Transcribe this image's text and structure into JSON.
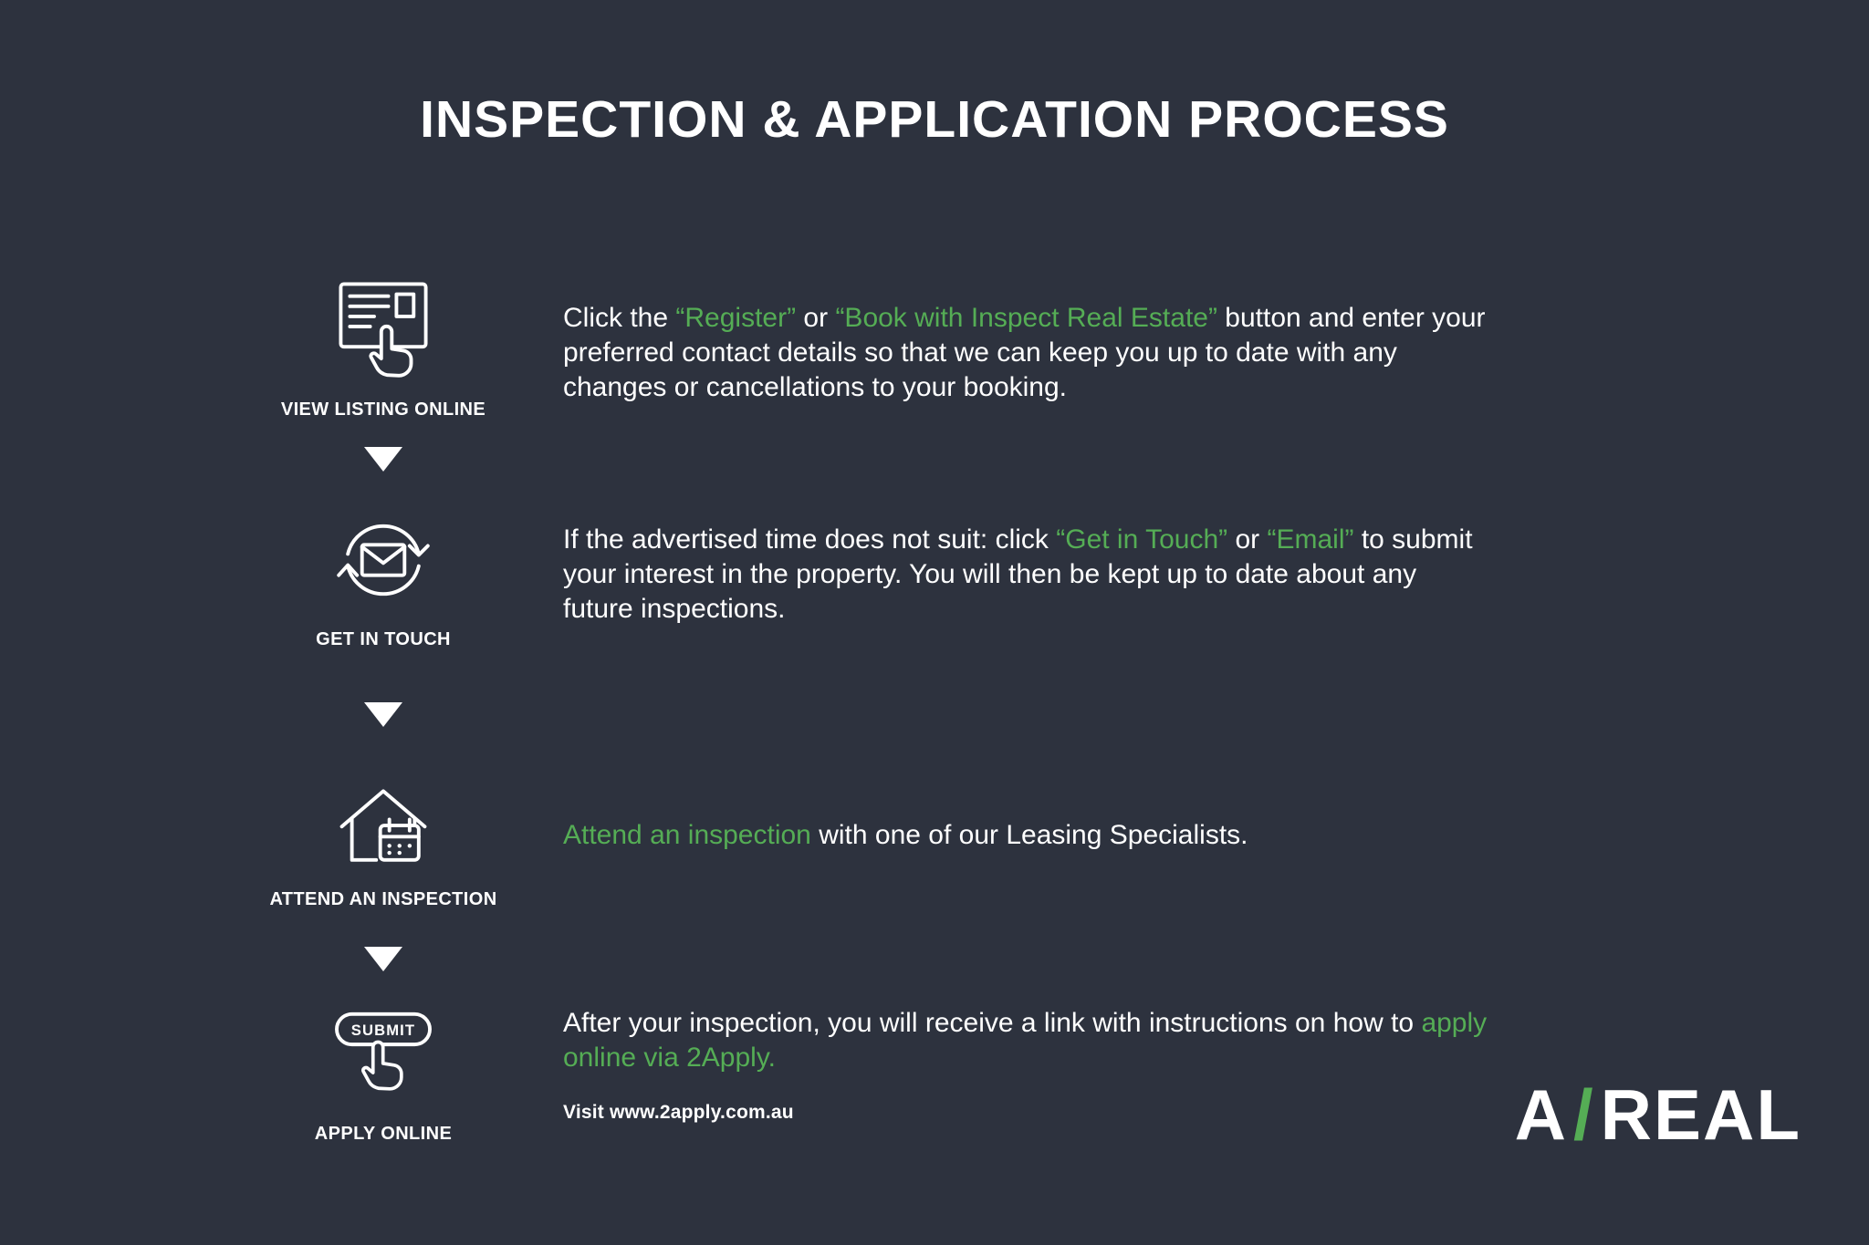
{
  "colors": {
    "background": "#2d323e",
    "accent_green": "#55ad55",
    "text_white": "#ffffff"
  },
  "title": "INSPECTION & APPLICATION PROCESS",
  "steps": [
    {
      "label": "VIEW LISTING ONLINE",
      "icon": "listing-cursor-icon",
      "description": [
        {
          "text": "Click the ",
          "highlight": false
        },
        {
          "text": "“Register”",
          "highlight": true
        },
        {
          "text": " or ",
          "highlight": false
        },
        {
          "text": "“Book with Inspect Real Estate”",
          "highlight": true
        },
        {
          "text": " button and enter your preferred contact details so that we can keep you up to date with any changes or cancellations to your booking.",
          "highlight": false
        }
      ]
    },
    {
      "label": "GET IN TOUCH",
      "icon": "email-refresh-icon",
      "description": [
        {
          "text": "If the advertised time does not suit: click ",
          "highlight": false
        },
        {
          "text": "“Get in Touch”",
          "highlight": true
        },
        {
          "text": " or ",
          "highlight": false
        },
        {
          "text": "“Email”",
          "highlight": true
        },
        {
          "text": " to submit your interest in the property. You will then be kept up to date about any future inspections.",
          "highlight": false
        }
      ]
    },
    {
      "label": "ATTEND AN INSPECTION",
      "icon": "house-calendar-icon",
      "description": [
        {
          "text": "Attend an inspection",
          "highlight": true
        },
        {
          "text": " with one of our Leasing Specialists.",
          "highlight": false
        }
      ]
    },
    {
      "label": "APPLY ONLINE",
      "icon": "submit-button-icon",
      "icon_text": "SUBMIT",
      "description": [
        {
          "text": "After your inspection, you will receive a link with instructions on how to ",
          "highlight": false
        },
        {
          "text": "apply online via 2Apply.",
          "highlight": true
        }
      ],
      "note": "Visit www.2apply.com.au"
    }
  ],
  "logo": {
    "first": "A",
    "slash": "/",
    "rest": "REAL"
  }
}
